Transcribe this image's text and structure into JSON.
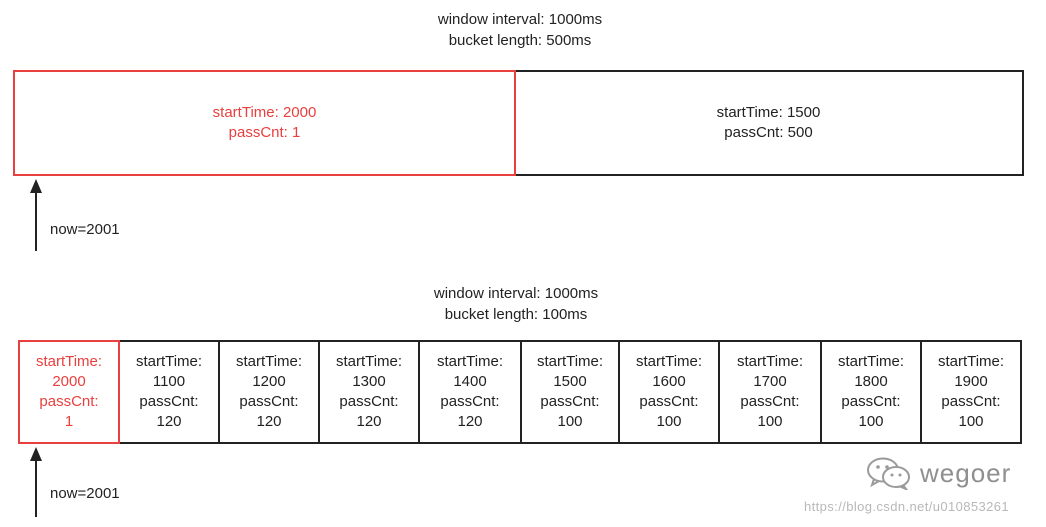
{
  "diagram1": {
    "caption": [
      "window interval: 1000ms",
      "bucket length: 500ms"
    ],
    "buckets": [
      {
        "lines": [
          "startTime: 2000",
          "passCnt: 1"
        ],
        "current": true
      },
      {
        "lines": [
          "startTime: 1500",
          "passCnt: 500"
        ],
        "current": false
      }
    ],
    "pointer_label": "now=2001"
  },
  "diagram2": {
    "caption": [
      "window interval: 1000ms",
      "bucket length: 100ms"
    ],
    "buckets": [
      {
        "lines": [
          "startTime:",
          "2000",
          "passCnt:",
          "1"
        ],
        "current": true
      },
      {
        "lines": [
          "startTime:",
          "1100",
          "passCnt:",
          "120"
        ],
        "current": false
      },
      {
        "lines": [
          "startTime:",
          "1200",
          "passCnt:",
          "120"
        ],
        "current": false
      },
      {
        "lines": [
          "startTime:",
          "1300",
          "passCnt:",
          "120"
        ],
        "current": false
      },
      {
        "lines": [
          "startTime:",
          "1400",
          "passCnt:",
          "120"
        ],
        "current": false
      },
      {
        "lines": [
          "startTime:",
          "1500",
          "passCnt:",
          "100"
        ],
        "current": false
      },
      {
        "lines": [
          "startTime:",
          "1600",
          "passCnt:",
          "100"
        ],
        "current": false
      },
      {
        "lines": [
          "startTime:",
          "1700",
          "passCnt:",
          "100"
        ],
        "current": false
      },
      {
        "lines": [
          "startTime:",
          "1800",
          "passCnt:",
          "100"
        ],
        "current": false
      },
      {
        "lines": [
          "startTime:",
          "1900",
          "passCnt:",
          "100"
        ],
        "current": false
      }
    ],
    "pointer_label": "now=2001"
  },
  "watermark": {
    "logo_text": "wegoer",
    "url": "https://blog.csdn.net/u010853261"
  },
  "colors": {
    "current_bucket": "#e8403f",
    "border": "#222222",
    "text": "#222222"
  }
}
